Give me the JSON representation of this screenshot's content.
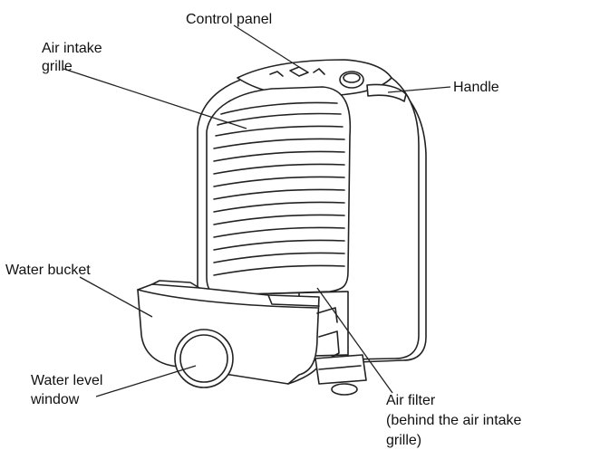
{
  "labels": {
    "control_panel": "Control panel",
    "air_intake_grille_line1": "Air intake",
    "air_intake_grille_line2": "grille",
    "handle": "Handle",
    "water_bucket": "Water bucket",
    "water_level_window_line1": "Water level",
    "water_level_window_line2": "window",
    "air_filter_line1": "Air filter",
    "air_filter_line2": "(behind the air intake",
    "air_filter_line3": "grille)"
  },
  "colors": {
    "line": "#222222",
    "fill": "#ffffff"
  }
}
